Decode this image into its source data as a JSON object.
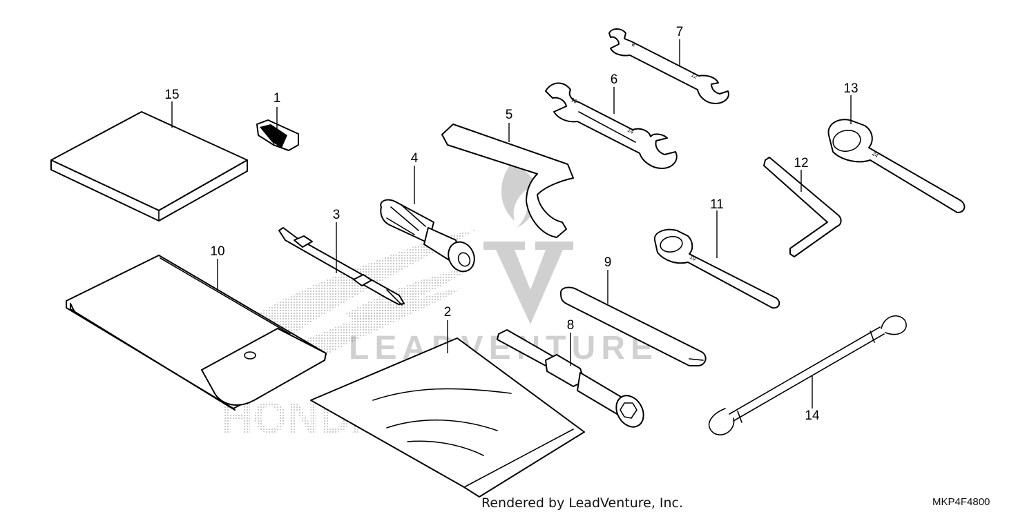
{
  "callouts": [
    "1",
    "2",
    "3",
    "4",
    "5",
    "6",
    "7",
    "8",
    "9",
    "10",
    "11",
    "12",
    "13",
    "14",
    "15"
  ],
  "wrench_markings": {
    "w6_a": "10",
    "w6_b": "14",
    "w7_a": "8",
    "w7_b": "12",
    "w11": "19",
    "w13": "24"
  },
  "watermark_text": "LEADVENTURE",
  "watermark_brand": "HONDA",
  "footer": {
    "rendered_by": "Rendered by LeadVenture, Inc.",
    "diagram_code": "MKP4F4800"
  }
}
